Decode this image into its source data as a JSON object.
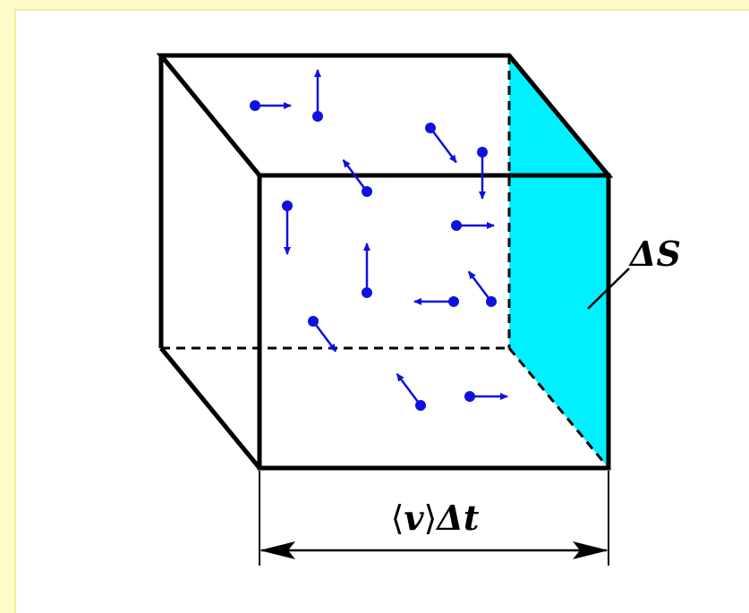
{
  "labels": {
    "area": "ΔS",
    "length_v": "v",
    "length_rest": "Δt",
    "bracket_left": "⟨",
    "bracket_right": "⟩"
  },
  "colors": {
    "background_frame": "#fdfbc8",
    "face_fill": "#00f0ff",
    "molecule": "#1010e0",
    "edge": "#000000"
  },
  "molecules": [
    {
      "dir": "right"
    },
    {
      "dir": "up"
    },
    {
      "dir": "down-right"
    },
    {
      "dir": "down"
    },
    {
      "dir": "up-left"
    },
    {
      "dir": "down"
    },
    {
      "dir": "right"
    },
    {
      "dir": "up"
    },
    {
      "dir": "up-left"
    },
    {
      "dir": "left"
    },
    {
      "dir": "down-right"
    },
    {
      "dir": "up-left"
    },
    {
      "dir": "right"
    }
  ]
}
